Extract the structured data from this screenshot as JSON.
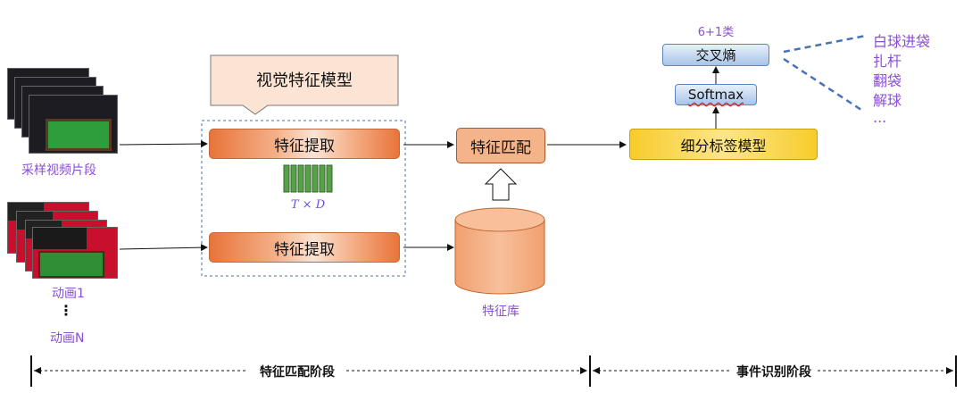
{
  "source": {
    "video_label": "采样视频片段",
    "anim_first": "动画1",
    "anim_dots": "⋮",
    "anim_last": "动画N"
  },
  "visual_model": {
    "title": "视觉特征模型"
  },
  "extract": {
    "top_label": "特征提取",
    "bottom_label": "特征提取",
    "dim_label": "T × D"
  },
  "match": {
    "label": "特征匹配"
  },
  "library": {
    "label": "特征库"
  },
  "fine_model": {
    "label": "细分标签模型"
  },
  "softmax": {
    "label": "Softmax"
  },
  "cross_entropy": {
    "label": "交叉熵"
  },
  "classes": {
    "count_label": "6+1类",
    "items": [
      "白球进袋",
      "扎杆",
      "翻袋",
      "解球",
      "..."
    ]
  },
  "stages": {
    "stage1": "特征匹配阶段",
    "stage2": "事件识别阶段"
  },
  "colors": {
    "accent_purple": "#8a4fd6",
    "orange": "#e8743a",
    "blue_dash": "#4a72b8",
    "gold": "#f5c518"
  }
}
